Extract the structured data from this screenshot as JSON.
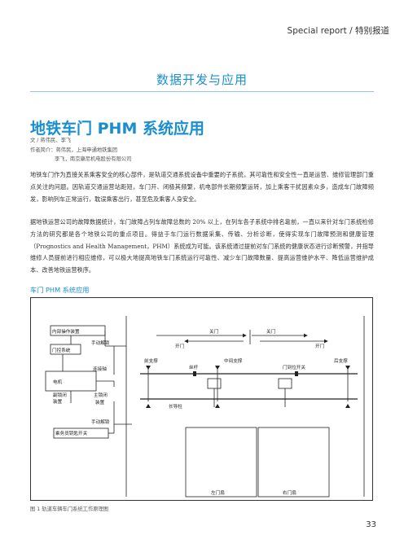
{
  "header": {
    "text": "Special report / 特别报道"
  },
  "section": {
    "title": "数据开发与应用"
  },
  "article": {
    "title": "地铁车门 PHM 系统应用",
    "byline": "文 / 蒋伟民、李飞",
    "author_intro_1": "作者简介：蒋伟民，上海申通地铁集团",
    "author_intro_2": "李飞，南京康尼机电股份有限公司",
    "para1": "地铁车门作为直接关系乘客安全的核心部件，是轨道交通系统设备中重要的子系统，其可靠性和安全性一直是运营、维修管理部门重点关注的问题。因轨道交通运营站距短，车门开、闭极其频繁，机电部件长期频繁运转，加上乘客干扰因素众多，造成车门故障频发，影响列车正常运行，耽误乘客出行，甚至危及乘客人身安全。",
    "para2": "据地铁运营公司的故障数据统计，车门故障占列车故障总数的 20% 以上，在列车各子系统中排名靠前，一直以来针对车门系统检修方法的研究都是各个地铁公司的重点项目。得益于车门运行数据采集、传输、分析诊断，使得实现车门故障预测和健康管理（Prognostics and Health Management，PHM）系统成为可能。该系统通过提前对车门系统的健康状态进行诊断预警，并指导维修人员提前进行相应维修，可以极大地提高地铁车门系统运行可靠性、减少车门故障数量、提高运营维护水平、降低运营维护成本、改善地铁运营秩序。",
    "subhead": "车门 PHM 系统应用"
  },
  "figure": {
    "caption": "图 1  轨道车辆车门系统工作原理图",
    "labels": {
      "internal_device": "内部操作装置",
      "door_control": "门控系统",
      "manual_unlock_top": "手动解锁",
      "connecting_shaft": "连接轴",
      "motor": "电机",
      "aux_lock_1": "副锁闭",
      "aux_lock_2": "装置",
      "main_lock_1": "主锁闭",
      "main_lock_2": "装置",
      "manual_unlock_bottom": "手动解锁",
      "crew_key": "乘务员钥匙开关",
      "close_left": "关门",
      "close_right": "关门",
      "open_left": "开门",
      "open_right": "开门",
      "front_support": "前支撑",
      "middle_support": "中间支撑",
      "rear_support": "后支撑",
      "screw": "丝杆",
      "limit_switch": "门到位开关",
      "guide_rail": "长导柱",
      "left_leaf": "左门扇",
      "right_leaf": "右门扇"
    }
  },
  "page": {
    "number": "33"
  }
}
